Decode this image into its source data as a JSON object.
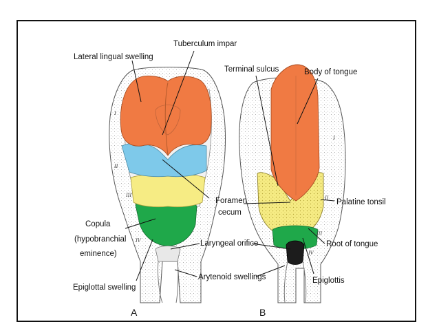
{
  "labels": {
    "lateral_lingual_swelling": "Lateral lingual swelling",
    "tuberculum_impar": "Tuberculum impar",
    "terminal_sulcus": "Terminal sulcus",
    "body_of_tongue": "Body of tongue",
    "foramen_line1": "Foramen",
    "foramen_line2": "cecum",
    "copula_line1": "Copula",
    "copula_line2": "(hypobranchial",
    "copula_line3": "eminence)",
    "palatine_tonsil": "Palatine tonsil",
    "laryngeal_orifice": "Laryngeal orifice",
    "root_of_tongue": "Root of tongue",
    "arytenoid_swellings": "Arytenoid swellings",
    "epiglottal_swelling": "Epiglottal swelling",
    "epiglottis": "Epiglottis"
  },
  "panels": {
    "a": "A",
    "b": "B"
  },
  "arch_numerals": {
    "a": [
      "I",
      "II",
      "III",
      "IV"
    ],
    "b": [
      "I",
      "II",
      "III",
      "IV"
    ]
  },
  "colors": {
    "frame": "#111111",
    "tissue": "#f1f1f1",
    "body_orange": "#f07a43",
    "blue": "#7ec9ea",
    "yellow": "#f6ec84",
    "green": "#1fa84a",
    "dark": "#1c1c1c"
  }
}
